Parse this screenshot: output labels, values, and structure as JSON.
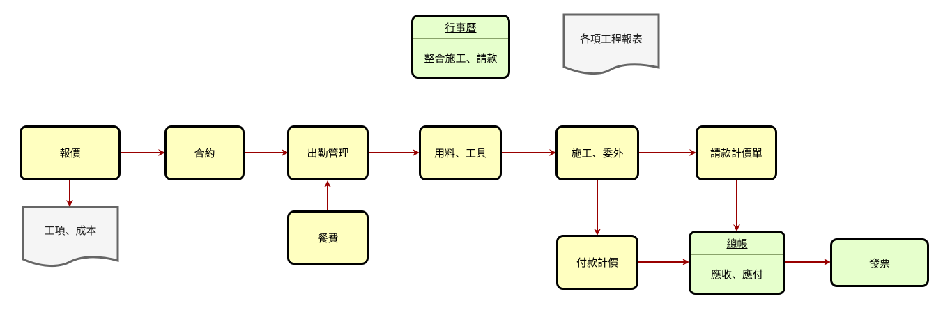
{
  "nodes": {
    "quote": "報價",
    "contract": "合約",
    "attendance": "出勤管理",
    "materials": "用料、工具",
    "construction": "施工、委外",
    "billing_sheet": "請款計價單",
    "meal": "餐費",
    "payment": "付款計價",
    "invoice": "發票"
  },
  "calendar": {
    "title": "行事曆",
    "body": "整合施工、請款"
  },
  "ledger": {
    "title": "總帳",
    "body": "應收、應付"
  },
  "documents": {
    "item_cost": "工項、成本",
    "reports": "各項工程報表"
  },
  "colors": {
    "process_fill": "#ffffc0",
    "accent_fill": "#e6ffcc",
    "document_fill": "#f5f5f5",
    "arrow": "#990000",
    "border": "#000000"
  }
}
